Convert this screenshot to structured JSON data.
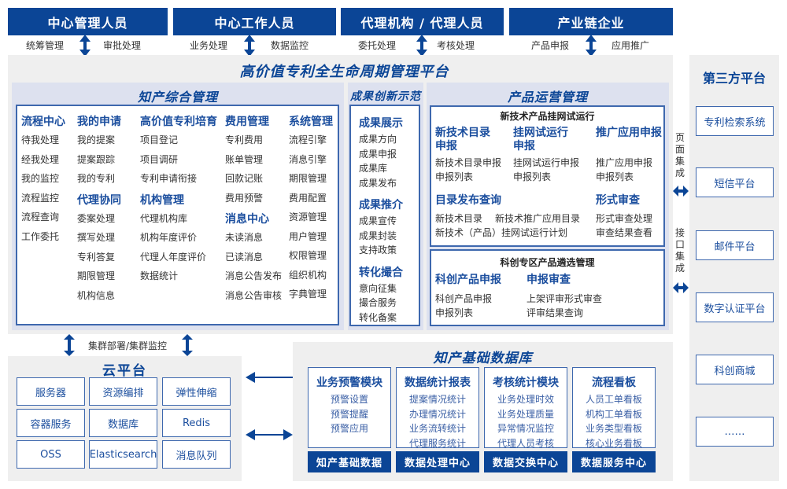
{
  "roles": [
    {
      "title": "中心管理人员",
      "left": "统筹管理",
      "right": "审批处理"
    },
    {
      "title": "中心工作人员",
      "left": "业务处理",
      "right": "数据监控"
    },
    {
      "title": "代理机构 / 代理人员",
      "left": "委托处理",
      "right": "考核处理"
    },
    {
      "title": "产业链企业",
      "left": "产品申报",
      "right": "应用推广"
    }
  ],
  "platform": {
    "title": "高价值专利全生命周期管理平台",
    "ip_mgmt": {
      "title": "知产综合管理",
      "columns": [
        [
          {
            "h": "流程中心",
            "items": [
              "待我处理",
              "经我处理",
              "我的监控",
              "流程监控",
              "流程查询",
              "工作委托"
            ]
          }
        ],
        [
          {
            "h": "我的申请",
            "items": [
              "我的提案",
              "提案跟踪",
              "我的专利"
            ]
          },
          {
            "h": "代理协同",
            "items": [
              "委案处理",
              "撰写处理",
              "专利答复",
              "期限管理",
              "机构信息"
            ]
          }
        ],
        [
          {
            "h": "高价值专利培育",
            "items": [
              "项目登记",
              "项目调研",
              "专利申请衔接"
            ]
          },
          {
            "h": "机构管理",
            "items": [
              "代理机构库",
              "机构年度评价",
              "代理人年度评价",
              "数据统计"
            ]
          }
        ],
        [
          {
            "h": "费用管理",
            "items": [
              "专利费用",
              "账单管理",
              "回款记账",
              "费用预警"
            ]
          },
          {
            "h": "消息中心",
            "items": [
              "未读消息",
              "已读消息",
              "消息公告发布",
              "消息公告审核"
            ]
          }
        ],
        [
          {
            "h": "系统管理",
            "items": [
              "流程引擎",
              "消息引擎",
              "期限管理",
              "费用配置",
              "资源管理",
              "用户管理",
              "权限管理",
              "组织机构",
              "字典管理"
            ]
          }
        ]
      ]
    },
    "achievements": {
      "title": "成果创新示范",
      "groups": [
        {
          "h": "成果展示",
          "items": [
            "成果方向",
            "成果申报",
            "成果库",
            "成果发布"
          ]
        },
        {
          "h": "成果推介",
          "items": [
            "成果宣传",
            "成果封装",
            "支持政策"
          ]
        },
        {
          "h": "转化撮合",
          "items": [
            "意向征集",
            "撮合服务",
            "转化备案"
          ]
        }
      ]
    },
    "product_ops": {
      "title": "产品运营管理",
      "trial": {
        "title": "新技术产品挂网试运行",
        "c1": {
          "h1": "新技术目录",
          "h2": "申报",
          "items": [
            "新技术目录申报",
            "申报列表"
          ]
        },
        "c2": {
          "h1": "挂网试运行",
          "h2": "申报",
          "items": [
            "挂网试运行申报",
            "申报列表"
          ]
        },
        "c3": {
          "h": "推广应用申报",
          "items": [
            "推广应用申报",
            "申报列表"
          ]
        },
        "catalog": {
          "h": "目录发布查询",
          "items": [
            "新技术目录",
            "新技术推广应用目录",
            "新技术（产品）挂网试运行计划"
          ]
        },
        "review": {
          "h": "形式审查",
          "items": [
            "形式审查处理",
            "审查结果查看"
          ]
        }
      },
      "selection": {
        "title": "科创专区产品遴选管理",
        "c1": {
          "h": "科创产品申报",
          "items": [
            "科创产品申报",
            "申报列表"
          ]
        },
        "c2": {
          "h": "申报审查",
          "items": [
            "上架评审形式审查",
            "评审结果查询"
          ]
        }
      }
    }
  },
  "integration": {
    "page": "页面集成",
    "api": "接口集成"
  },
  "third_party": {
    "title": "第三方平台",
    "items": [
      "专利检索系统",
      "短信平台",
      "邮件平台",
      "数字认证平台",
      "科创商城",
      "……"
    ]
  },
  "cluster_label": "集群部署/集群监控",
  "cloud": {
    "title": "云平台",
    "items": [
      "服务器",
      "资源编排",
      "弹性伸缩",
      "容器服务",
      "数据库",
      "Redis",
      "OSS",
      "Elasticsearch",
      "消息队列"
    ]
  },
  "database": {
    "title": "知产基础数据库",
    "modules": [
      {
        "h": "业务预警模块",
        "items": [
          "预警设置",
          "预警提醒",
          "预警应用"
        ],
        "bar": "知产基础数据"
      },
      {
        "h": "数据统计报表",
        "items": [
          "提案情况统计",
          "办理情况统计",
          "业务流转统计",
          "代理服务统计"
        ],
        "bar": "数据处理中心"
      },
      {
        "h": "考核统计模块",
        "items": [
          "业务处理时效",
          "业务处理质量",
          "异常情况监控",
          "代理人员考核"
        ],
        "bar": "数据交换中心"
      },
      {
        "h": "流程看板",
        "items": [
          "人员工单看板",
          "机构工单看板",
          "业务类型看板",
          "核心业务看板"
        ],
        "bar": "数据服务中心"
      }
    ]
  },
  "colors": {
    "primary": "#0b4596",
    "heading": "#1b4e9e",
    "panel": "#dde1ef",
    "background": "#efefef"
  }
}
